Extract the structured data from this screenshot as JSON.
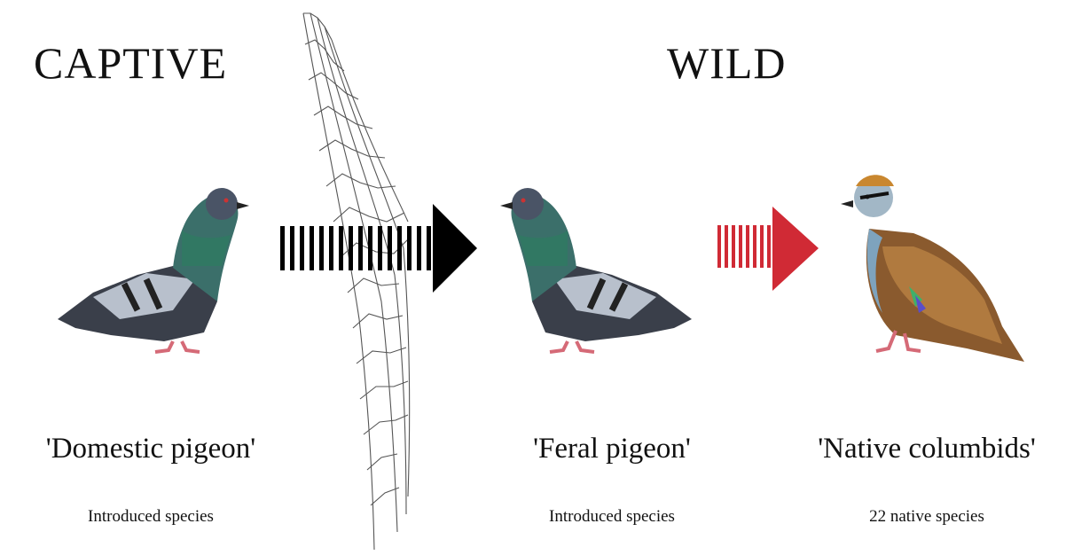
{
  "headings": {
    "captive": "CAPTIVE",
    "wild": "WILD"
  },
  "panels": [
    {
      "name": "'Domestic pigeon'",
      "status": "Introduced species"
    },
    {
      "name": "'Feral pigeon'",
      "status": "Introduced species"
    },
    {
      "name": "'Native columbids'",
      "status": "22 native species"
    }
  ],
  "arrows": {
    "escape_color": "#000000",
    "spread_color": "#d02a35"
  },
  "icons": [
    "pigeon-illustration",
    "fence-net-icon",
    "bronzewing-illustration"
  ]
}
